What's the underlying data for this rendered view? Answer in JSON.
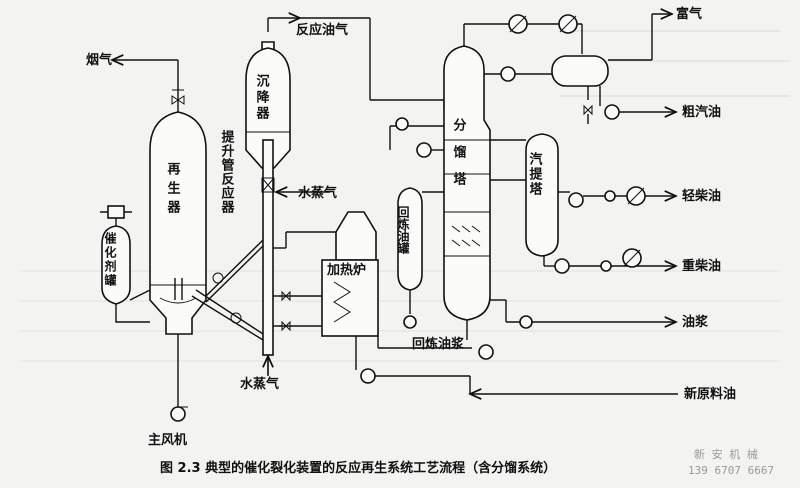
{
  "labels": {
    "flue_gas": "烟气",
    "reaction_oil_gas": "反应油气",
    "rich_gas": "富气",
    "crude_gasoline": "粗汽油",
    "light_diesel": "轻柴油",
    "heavy_diesel": "重柴油",
    "slurry_oil": "油浆",
    "fresh_feed": "新原料油",
    "recycle_slurry": "回炼油浆",
    "steam_top": "水蒸气",
    "steam_bottom": "水蒸气",
    "main_blower": "主风机"
  },
  "vessels": {
    "regenerator": "再生器",
    "settler": "沉降器",
    "riser": "提升管反应器",
    "catalyst_tank": "催化剂罐",
    "heater": "加热炉",
    "recycle_oil_tank": "回炼油罐",
    "stripper": "汽提塔",
    "fractionator": "分馏塔"
  },
  "caption": "图 2.3    典型的催化裂化装置的反应再生系统工艺流程（含分馏系统）",
  "watermark": {
    "line1": "新 安 机 械",
    "line2": "139 6707 6667"
  }
}
